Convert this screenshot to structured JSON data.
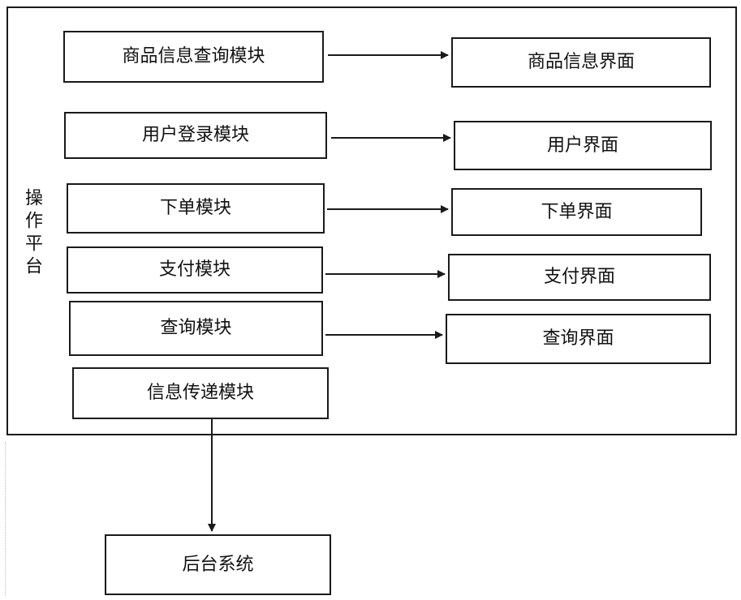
{
  "platform": {
    "label": "操作平台"
  },
  "modules": [
    {
      "label": "商品信息查询模块",
      "target": "商品信息界面"
    },
    {
      "label": "用户登录模块",
      "target": "用户界面"
    },
    {
      "label": "下单模块",
      "target": "下单界面"
    },
    {
      "label": "支付模块",
      "target": "支付界面"
    },
    {
      "label": "查询模块",
      "target": "查询界面"
    },
    {
      "label": "信息传递模块"
    }
  ],
  "backend": {
    "label": "后台系统"
  }
}
